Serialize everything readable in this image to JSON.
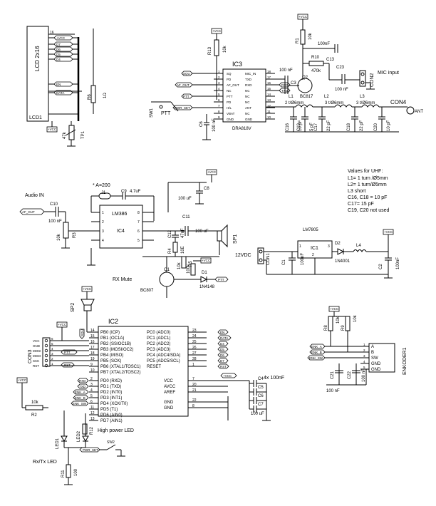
{
  "lcd": {
    "title": "LCD 2x16",
    "ref": "LCD1",
    "pin16": "16",
    "pins": [
      "+VCC",
      "D7",
      "D6",
      "D5",
      "D4",
      "EN",
      "DATA"
    ],
    "vcc": "+VCC",
    "r6": "R6",
    "r6v": "1Ω",
    "tp1": "TP1",
    "tp1v": "47k"
  },
  "ic3": {
    "title": "IC3",
    "part": "DRA818V",
    "r13": "R13",
    "r13v": "10k",
    "c6": "C6",
    "c6v": "100 nF",
    "sw1": "SW1",
    "ptt": "PTT",
    "left_pins": [
      "SQ",
      "PD",
      "AF_OUT",
      "NC",
      "PTT",
      "PD",
      "H/L",
      "VBAT",
      "GND"
    ],
    "left_nums": [
      "1",
      "2",
      "3",
      "4",
      "5",
      "6",
      "7",
      "8",
      "9"
    ],
    "right_pins": [
      "MIC_IN",
      "TXD",
      "RXD",
      "NC",
      "NC",
      "NC",
      "ANT",
      "NC",
      "GND"
    ],
    "right_nums": [
      "18",
      "17",
      "16",
      "15",
      "14",
      "13",
      "12",
      "11",
      "10"
    ],
    "left_nets": [
      "SQU",
      "AF_OUT",
      "PTT",
      "PWR_SET"
    ],
    "right_nets": [
      "RXD",
      "TXD"
    ],
    "vcc": "+VCC"
  },
  "mic": {
    "r1": "R1",
    "r1v": "10k",
    "r10": "R10",
    "r10v": "470k",
    "c3": "C3",
    "c3v": "100 nF",
    "q2": "Q2",
    "q2t": "BC817",
    "c13": "C13",
    "c13v": "100nF",
    "c23": "C23",
    "c23v": "100 nF",
    "con2": "CON2",
    "label": "MIC input",
    "vcc": "+VCC"
  },
  "rf": {
    "l1": "L1",
    "l2": "L2",
    "l3": "L3",
    "turns1": "2 t/Ø6mm",
    "turns2": "3 t/Ø6mm",
    "turns3": "3 t/Ø6mm",
    "con4": "CON4",
    "ant": "ANT",
    "caps": [
      "C16",
      "C19",
      "C17",
      "C18",
      "C20"
    ],
    "capv": [
      "10 pF",
      "5 pF",
      "22 pF",
      "22 pF",
      "10 pF"
    ]
  },
  "audio": {
    "title": "Audio IN",
    "af_out": "AF_OUT",
    "c10": "C10",
    "c10v": "100 nF",
    "r3": "R3",
    "r3v": "10k",
    "a200": "* A=200",
    "j1": "J1",
    "c9": "C9",
    "c9v": "4.7uF",
    "chip": "LM386",
    "ic4": "IC4",
    "c8": "C8",
    "c8v": "100 uF",
    "c11": "C11",
    "c11v": "100 uF",
    "c12": "C12",
    "c12v": "47nF",
    "r4": "R4",
    "r4v": "10E",
    "sp1": "SP1",
    "vcc": "+VCC",
    "pins_l": [
      "1",
      "2",
      "3",
      "4"
    ],
    "pins_r": [
      "8",
      "7",
      "6",
      "5"
    ]
  },
  "mute": {
    "label": "RX Mute",
    "q1": "Q1",
    "q1t": "BC807",
    "r5": "R5",
    "r5v": "10k",
    "r2b": "R2",
    "r2bv": "100k",
    "d1": "D1",
    "d1t": "1N4148",
    "ptt": "PTT",
    "vcc": "+VCC"
  },
  "notes": {
    "title": "Values for UHF:",
    "lines": [
      "L1= 1 turn /Ø5mm",
      "L2= 1 turn/Ø5mm",
      "L3 short",
      "C16, C18 = 10 pF",
      "C17= 15 pF",
      "C19, C20 not used"
    ]
  },
  "psu": {
    "reg": "LM7805",
    "ic1": "IC1",
    "pins": [
      "1",
      "2",
      "3"
    ],
    "con1": "CON1",
    "in": "12VDC",
    "c1": "C1",
    "c1v": "100nF",
    "d2": "D2",
    "d2t": "1N4001",
    "l4": "L4",
    "c2": "C2",
    "c2v": "100nF",
    "vcc": "+VCC"
  },
  "mcu": {
    "title": "IC2",
    "sp2": "SP2",
    "squ": "SQU",
    "vcc": "+VCC",
    "portb": [
      "PB0 (ICP)",
      "PB1 (OC1A)",
      "PB2 (SS/OC1B)",
      "PB3 (MOSI/OC2)",
      "PB4 (MISO)",
      "PB5 (SCK)",
      "PB6 (XTAL1/TOSC1)",
      "PB7 (XTAL2/TOSC2)"
    ],
    "portb_nums": [
      "14",
      "15",
      "16",
      "17",
      "18",
      "19",
      "9",
      "10"
    ],
    "portc": [
      "PC0 (ADC0)",
      "PC1 (ADC1)",
      "PC2 (ADC2)",
      "PC3 (ADC3)",
      "PC4 (ADC4/SDA)",
      "PC5 (ADC5/SCL)",
      "RESET"
    ],
    "portc_nums": [
      "23",
      "24",
      "25",
      "26",
      "27",
      "28",
      "1"
    ],
    "portc_nets": [
      "EN",
      "DATA",
      "D4",
      "D5",
      "D6",
      "D7",
      "RST"
    ],
    "portd": [
      "PD0 (RXD)",
      "PD1 (TXD)",
      "PD2 (INT0)",
      "PD3 (INT1)",
      "PD4 (XCK/T0)",
      "PD5 (T1)",
      "PD6 (AIN0)",
      "PD7 (AIN1)"
    ],
    "portd_nums": [
      "2",
      "3",
      "4",
      "5",
      "6",
      "11",
      "12",
      "13"
    ],
    "portd_nets": [
      "RXD",
      "TXD",
      "ENK_A",
      "ENK_B",
      "ENK_SW"
    ],
    "power": [
      "VCC",
      "AVCC",
      "AREF",
      "GND",
      "GND"
    ],
    "power_nums": [
      "7",
      "20",
      "21",
      "22",
      "8"
    ],
    "caps": [
      "C4",
      "C5",
      "C6",
      "C7"
    ],
    "capnote": "4x 100nF",
    "c7v": "100 uF",
    "con3": "CON3",
    "isp_labels": [
      "VCC",
      "GND",
      "MOSI",
      "MISO",
      "SCK",
      "RST"
    ],
    "isp_nums": [
      "6",
      "5",
      "4",
      "3",
      "2",
      "1"
    ],
    "isp_nets": [
      "PTT",
      "RST"
    ],
    "r2": "R2",
    "r2v": "10k",
    "led1": "LED1",
    "led2": "LED2",
    "r11": "R11",
    "r11v": "100",
    "r12": "R12",
    "r12v": "100",
    "rxtx": "Rx/Tx LED",
    "hp": "High power LED",
    "sw2": "SW2",
    "pwr": "PWR_SET"
  },
  "enc": {
    "title": "ENKODER1",
    "pins": [
      "A",
      "B",
      "SW",
      "GND",
      "GND"
    ],
    "nums": [
      "1",
      "2",
      "3",
      "4",
      "5"
    ],
    "nets": [
      "ENK_A",
      "ENK_B",
      "ENK_SW"
    ],
    "r8": "R8",
    "r8v": "10k",
    "r9": "R9",
    "r9v": "10k",
    "c21": "C21",
    "c22": "C22",
    "cv": "100 nF",
    "vcc": "+VCC"
  }
}
